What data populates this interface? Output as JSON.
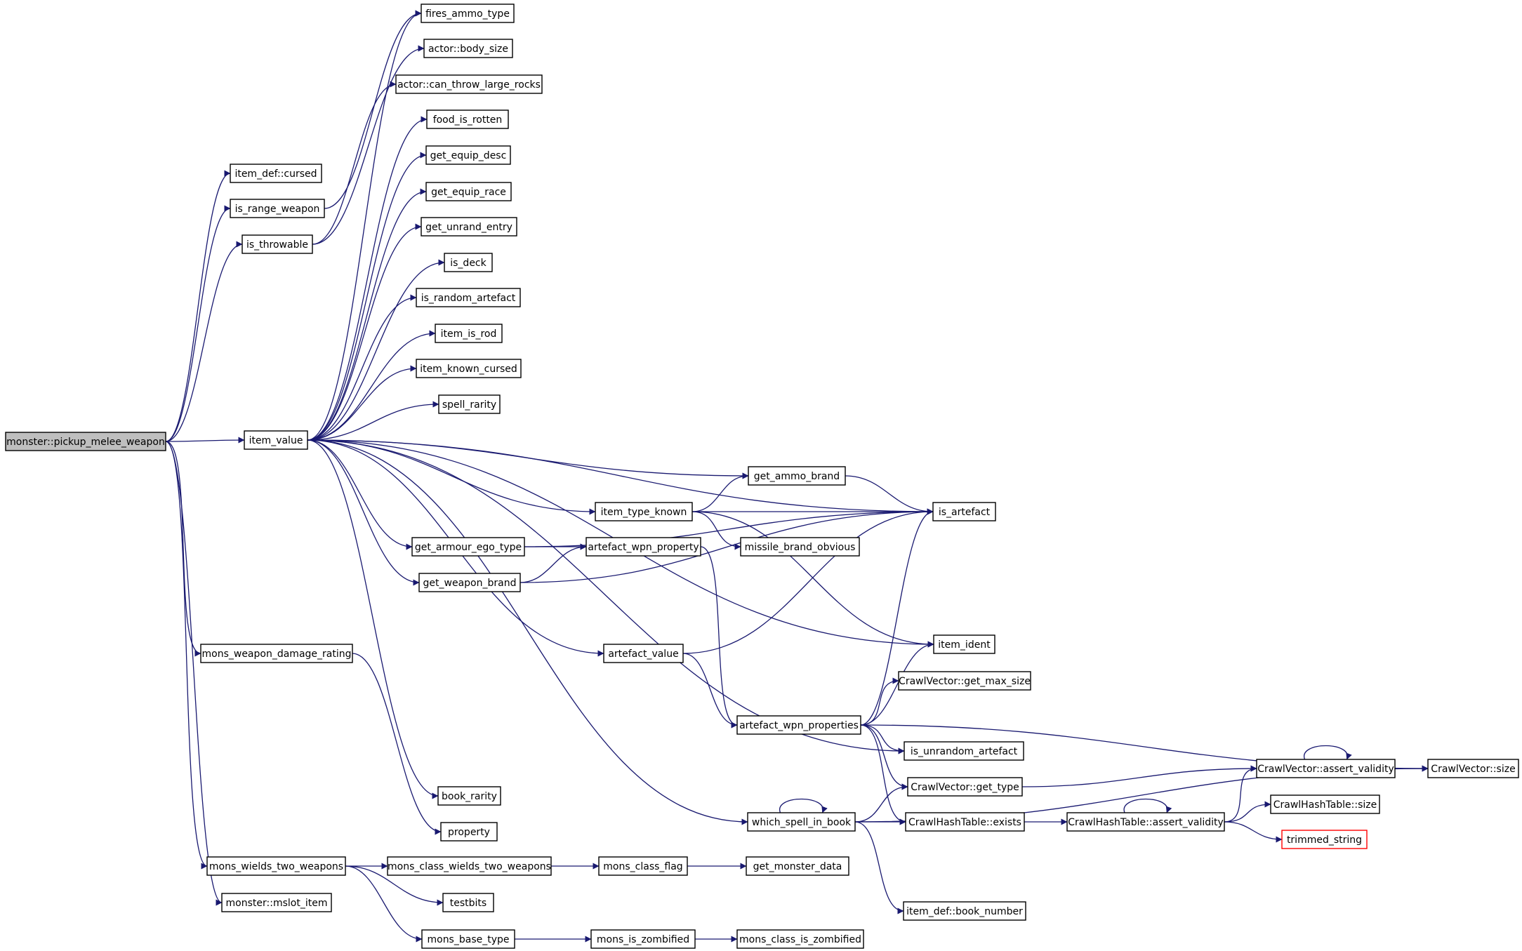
{
  "colors": {
    "edge": "#191970",
    "node_border": "#000000",
    "root_fill": "#bfbfbf",
    "node_fill": "#ffffff",
    "highlight_border": "#ff0000"
  },
  "nodes": [
    {
      "id": "root",
      "label": "monster::pickup_melee_weapon",
      "style": "root"
    },
    {
      "id": "item_def_cursed",
      "label": "item_def::cursed"
    },
    {
      "id": "is_range_weapon",
      "label": "is_range_weapon"
    },
    {
      "id": "is_throwable",
      "label": "is_throwable"
    },
    {
      "id": "item_value",
      "label": "item_value"
    },
    {
      "id": "mons_weapon_damage_rating",
      "label": "mons_weapon_damage_rating"
    },
    {
      "id": "mons_wields_two_weapons",
      "label": "mons_wields_two_weapons"
    },
    {
      "id": "monster_mslot_item",
      "label": "monster::mslot_item"
    },
    {
      "id": "fires_ammo_type",
      "label": "fires_ammo_type"
    },
    {
      "id": "actor_body_size",
      "label": "actor::body_size"
    },
    {
      "id": "actor_can_throw_large_rocks",
      "label": "actor::can_throw_large_rocks"
    },
    {
      "id": "food_is_rotten",
      "label": "food_is_rotten"
    },
    {
      "id": "get_equip_desc",
      "label": "get_equip_desc"
    },
    {
      "id": "get_equip_race",
      "label": "get_equip_race"
    },
    {
      "id": "get_unrand_entry",
      "label": "get_unrand_entry"
    },
    {
      "id": "is_deck",
      "label": "is_deck"
    },
    {
      "id": "is_random_artefact",
      "label": "is_random_artefact"
    },
    {
      "id": "item_is_rod",
      "label": "item_is_rod"
    },
    {
      "id": "item_known_cursed",
      "label": "item_known_cursed"
    },
    {
      "id": "spell_rarity",
      "label": "spell_rarity"
    },
    {
      "id": "get_ammo_brand",
      "label": "get_ammo_brand"
    },
    {
      "id": "is_artefact",
      "label": "is_artefact"
    },
    {
      "id": "item_type_known",
      "label": "item_type_known"
    },
    {
      "id": "get_armour_ego_type",
      "label": "get_armour_ego_type"
    },
    {
      "id": "artefact_wpn_property",
      "label": "artefact_wpn_property"
    },
    {
      "id": "missile_brand_obvious",
      "label": "missile_brand_obvious"
    },
    {
      "id": "get_weapon_brand",
      "label": "get_weapon_brand"
    },
    {
      "id": "artefact_value",
      "label": "artefact_value"
    },
    {
      "id": "item_ident",
      "label": "item_ident"
    },
    {
      "id": "crawlvector_get_max_size",
      "label": "CrawlVector::get_max_size"
    },
    {
      "id": "artefact_wpn_properties",
      "label": "artefact_wpn_properties"
    },
    {
      "id": "is_unrandom_artefact",
      "label": "is_unrandom_artefact"
    },
    {
      "id": "crawlvector_get_type",
      "label": "CrawlVector::get_type"
    },
    {
      "id": "crawlvector_assert_validity",
      "label": "CrawlVector::assert_validity"
    },
    {
      "id": "crawlvector_size",
      "label": "CrawlVector::size"
    },
    {
      "id": "book_rarity",
      "label": "book_rarity"
    },
    {
      "id": "which_spell_in_book",
      "label": "which_spell_in_book"
    },
    {
      "id": "crawlhashtable_exists",
      "label": "CrawlHashTable::exists"
    },
    {
      "id": "crawlhashtable_assert_validity",
      "label": "CrawlHashTable::assert_validity"
    },
    {
      "id": "crawlhashtable_size",
      "label": "CrawlHashTable::size"
    },
    {
      "id": "property",
      "label": "property"
    },
    {
      "id": "trimmed_string",
      "label": "trimmed_string",
      "style": "highlight"
    },
    {
      "id": "mons_class_wields_two_weapons",
      "label": "mons_class_wields_two_weapons"
    },
    {
      "id": "mons_class_flag",
      "label": "mons_class_flag"
    },
    {
      "id": "get_monster_data",
      "label": "get_monster_data"
    },
    {
      "id": "item_def_book_number",
      "label": "item_def::book_number"
    },
    {
      "id": "testbits",
      "label": "testbits"
    },
    {
      "id": "mons_base_type",
      "label": "mons_base_type"
    },
    {
      "id": "mons_is_zombified",
      "label": "mons_is_zombified"
    },
    {
      "id": "mons_class_is_zombified",
      "label": "mons_class_is_zombified"
    }
  ],
  "edges": [
    [
      "root",
      "item_def_cursed"
    ],
    [
      "root",
      "is_range_weapon"
    ],
    [
      "root",
      "is_throwable"
    ],
    [
      "root",
      "item_value"
    ],
    [
      "root",
      "mons_weapon_damage_rating"
    ],
    [
      "root",
      "mons_wields_two_weapons"
    ],
    [
      "root",
      "monster_mslot_item"
    ],
    [
      "is_range_weapon",
      "fires_ammo_type"
    ],
    [
      "is_throwable",
      "actor_body_size"
    ],
    [
      "is_throwable",
      "actor_can_throw_large_rocks"
    ],
    [
      "item_value",
      "fires_ammo_type"
    ],
    [
      "item_value",
      "food_is_rotten"
    ],
    [
      "item_value",
      "get_equip_desc"
    ],
    [
      "item_value",
      "get_equip_race"
    ],
    [
      "item_value",
      "get_unrand_entry"
    ],
    [
      "item_value",
      "is_deck"
    ],
    [
      "item_value",
      "is_random_artefact"
    ],
    [
      "item_value",
      "item_is_rod"
    ],
    [
      "item_value",
      "item_known_cursed"
    ],
    [
      "item_value",
      "spell_rarity"
    ],
    [
      "item_value",
      "is_artefact"
    ],
    [
      "item_value",
      "get_ammo_brand"
    ],
    [
      "item_value",
      "item_type_known"
    ],
    [
      "item_value",
      "get_armour_ego_type"
    ],
    [
      "item_value",
      "get_weapon_brand"
    ],
    [
      "item_value",
      "artefact_value"
    ],
    [
      "item_value",
      "item_ident"
    ],
    [
      "item_value",
      "is_unrandom_artefact"
    ],
    [
      "item_value",
      "book_rarity"
    ],
    [
      "item_value",
      "which_spell_in_book"
    ],
    [
      "get_ammo_brand",
      "is_artefact"
    ],
    [
      "item_type_known",
      "get_ammo_brand"
    ],
    [
      "item_type_known",
      "is_artefact"
    ],
    [
      "item_type_known",
      "missile_brand_obvious"
    ],
    [
      "item_type_known",
      "item_ident"
    ],
    [
      "get_armour_ego_type",
      "is_artefact"
    ],
    [
      "get_armour_ego_type",
      "artefact_wpn_property"
    ],
    [
      "get_weapon_brand",
      "artefact_wpn_property"
    ],
    [
      "get_weapon_brand",
      "is_artefact"
    ],
    [
      "artefact_wpn_property",
      "artefact_wpn_properties"
    ],
    [
      "artefact_value",
      "is_artefact"
    ],
    [
      "artefact_value",
      "artefact_wpn_properties"
    ],
    [
      "artefact_wpn_properties",
      "is_artefact"
    ],
    [
      "artefact_wpn_properties",
      "item_ident"
    ],
    [
      "artefact_wpn_properties",
      "crawlvector_get_max_size"
    ],
    [
      "artefact_wpn_properties",
      "is_unrandom_artefact"
    ],
    [
      "artefact_wpn_properties",
      "crawlvector_get_type"
    ],
    [
      "artefact_wpn_properties",
      "crawlhashtable_exists"
    ],
    [
      "artefact_wpn_properties",
      "crawlvector_size"
    ],
    [
      "which_spell_in_book",
      "which_spell_in_book"
    ],
    [
      "which_spell_in_book",
      "crawlvector_get_type"
    ],
    [
      "which_spell_in_book",
      "crawlhashtable_exists"
    ],
    [
      "which_spell_in_book",
      "item_def_book_number"
    ],
    [
      "which_spell_in_book",
      "crawlvector_size"
    ],
    [
      "crawlvector_get_type",
      "crawlvector_assert_validity"
    ],
    [
      "crawlvector_assert_validity",
      "crawlvector_assert_validity"
    ],
    [
      "crawlvector_assert_validity",
      "crawlvector_size"
    ],
    [
      "crawlhashtable_exists",
      "crawlhashtable_assert_validity"
    ],
    [
      "crawlhashtable_assert_validity",
      "crawlhashtable_assert_validity"
    ],
    [
      "crawlhashtable_assert_validity",
      "crawlvector_assert_validity"
    ],
    [
      "crawlhashtable_assert_validity",
      "crawlhashtable_size"
    ],
    [
      "crawlhashtable_assert_validity",
      "trimmed_string"
    ],
    [
      "mons_weapon_damage_rating",
      "property"
    ],
    [
      "mons_wields_two_weapons",
      "mons_class_wields_two_weapons"
    ],
    [
      "mons_wields_two_weapons",
      "testbits"
    ],
    [
      "mons_wields_two_weapons",
      "mons_base_type"
    ],
    [
      "mons_class_wields_two_weapons",
      "mons_class_flag"
    ],
    [
      "mons_class_flag",
      "get_monster_data"
    ],
    [
      "mons_base_type",
      "mons_is_zombified"
    ],
    [
      "mons_is_zombified",
      "mons_class_is_zombified"
    ]
  ]
}
